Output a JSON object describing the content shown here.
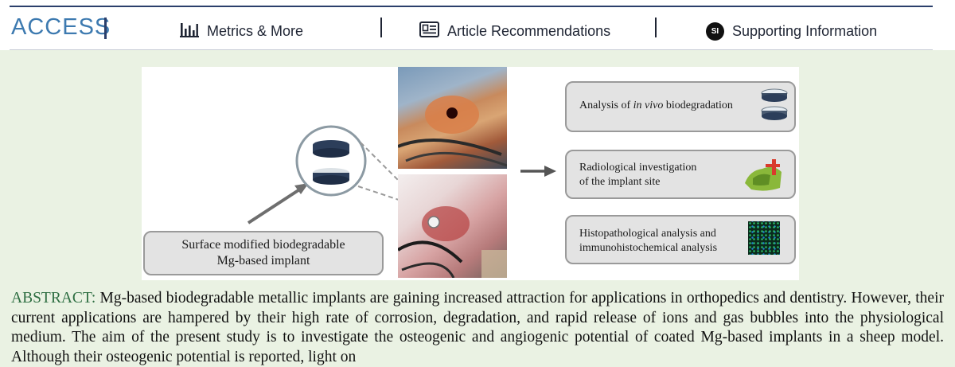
{
  "header": {
    "access_label": "ACCESS",
    "metrics_label": "Metrics & More",
    "recommendations_label": "Article Recommendations",
    "supporting_label": "Supporting Information",
    "supporting_badge": "SI"
  },
  "figure": {
    "implant_label_line1": "Surface modified biodegradable",
    "implant_label_line2": "Mg-based implant",
    "box1_prefix": "Analysis of ",
    "box1_italic": "in vivo",
    "box1_suffix": " biodegradation",
    "box2_line1": "Radiological investigation",
    "box2_line2": "of the implant site",
    "box3_line1": "Histopathological analysis and",
    "box3_line2": "immunohistochemical analysis"
  },
  "abstract": {
    "heading": "ABSTRACT:",
    "text": " Mg-based biodegradable metallic implants are gaining increased attraction for applications in orthopedics and dentistry. However, their current applications are hampered by their high rate of corrosion, degradation, and rapid release of ions and gas bubbles into the physiological medium. The aim of the present study is to investigate the osteogenic and angiogenic potential of coated Mg-based implants in a sheep model. Although their osteogenic potential is reported, light on"
  },
  "colors": {
    "accent_blue": "#3d7ab0",
    "navy": "#2b3f6b",
    "abstract_heading_green": "#2e6e42",
    "page_background": "#eaf2e3"
  },
  "icons": [
    "bar-chart-icon",
    "article-icon",
    "si-badge-icon",
    "arrow-icon"
  ]
}
